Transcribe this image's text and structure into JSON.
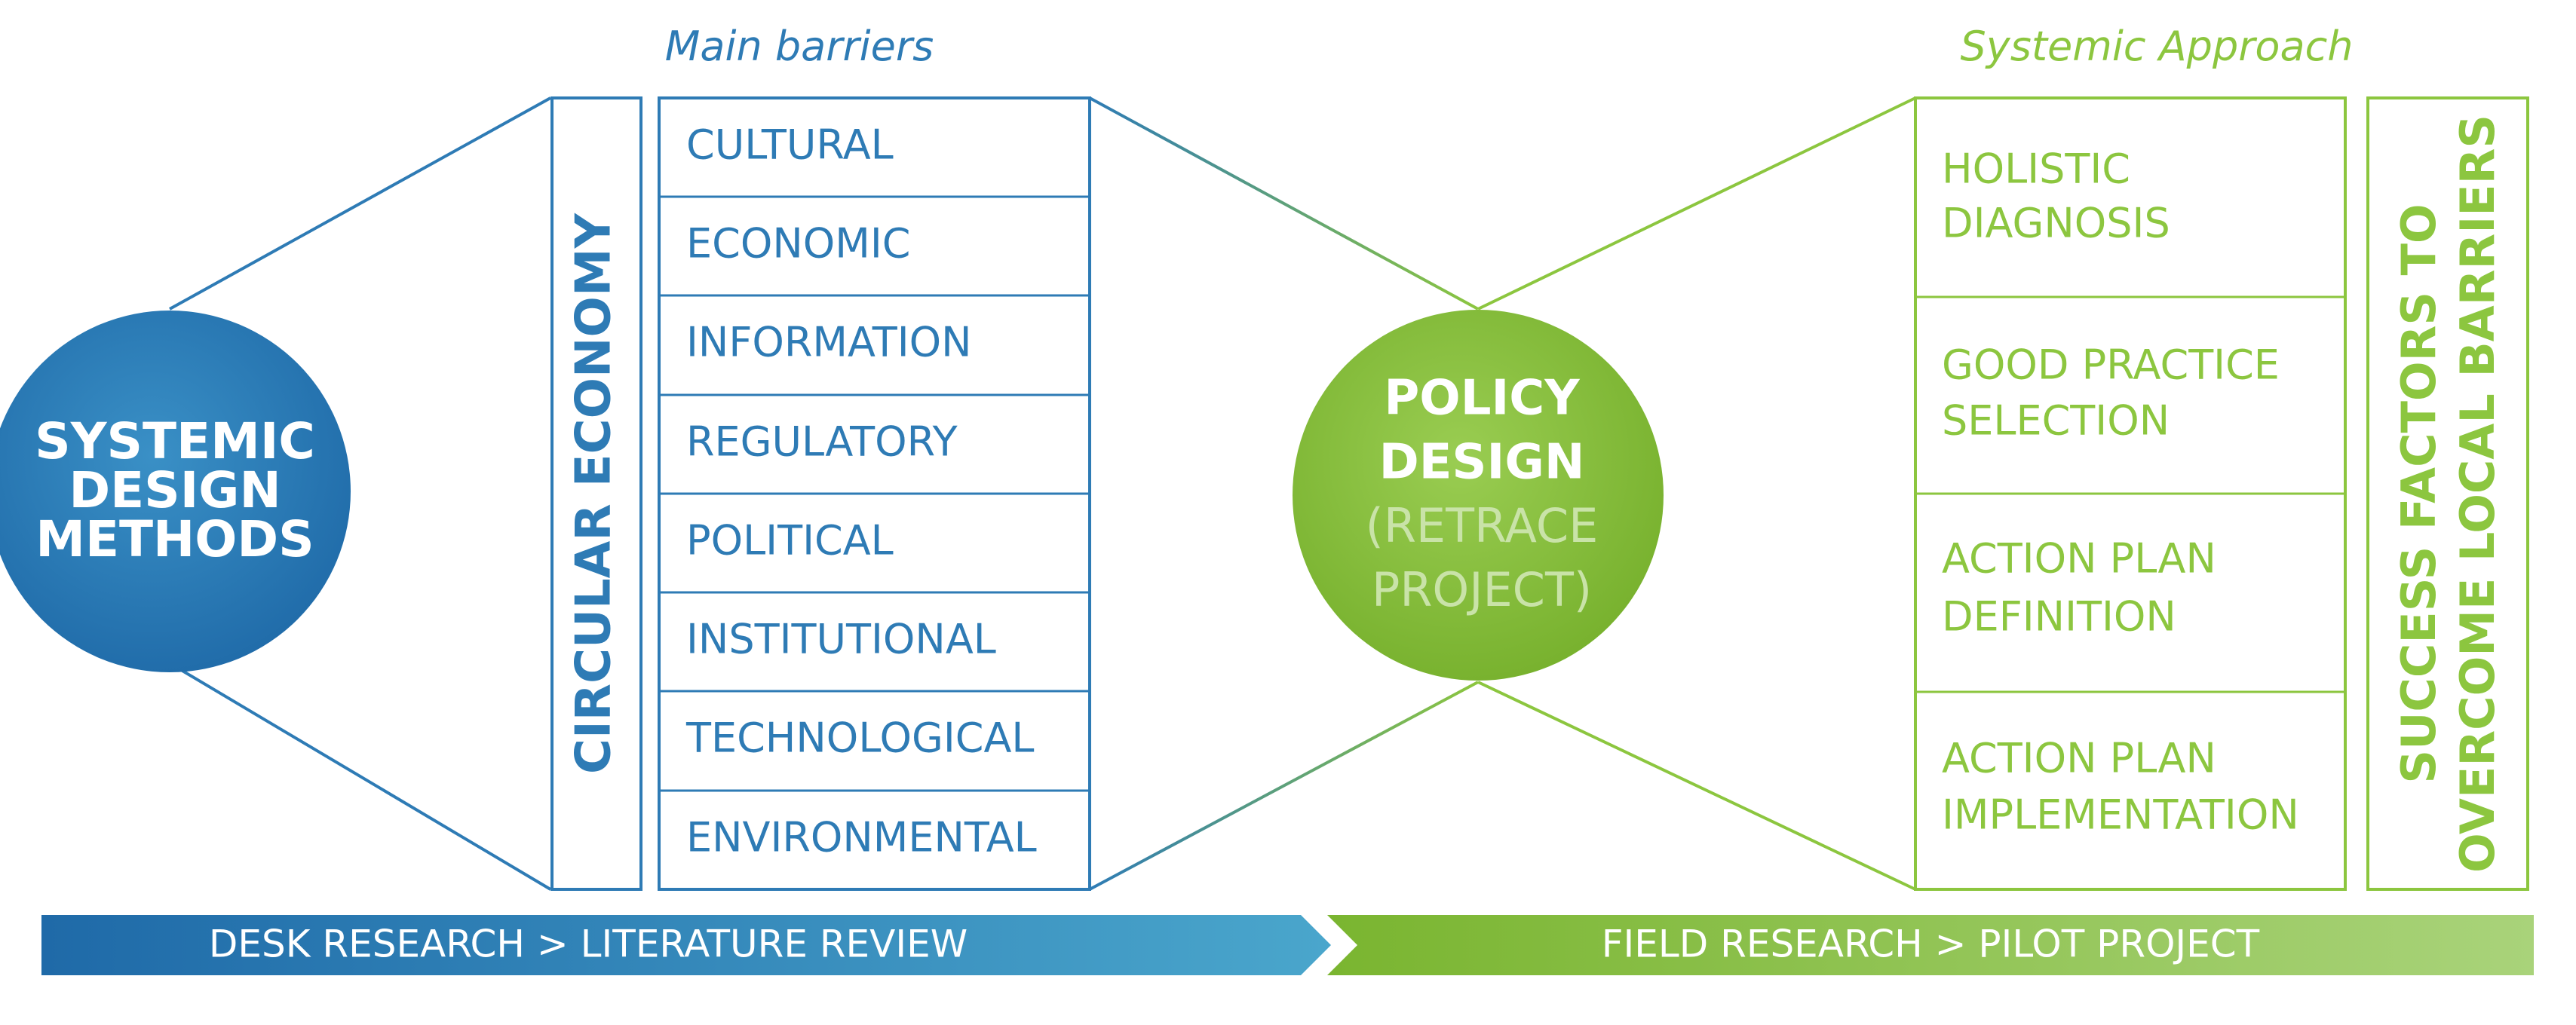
{
  "left_circle": {
    "lines": [
      "SYSTEMIC",
      "DESIGN",
      "METHODS"
    ]
  },
  "vertical_left": "CIRCULAR ECONOMY",
  "barriers": {
    "heading": "Main barriers",
    "items": [
      "CULTURAL",
      "ECONOMIC",
      "INFORMATION",
      "REGULATORY",
      "POLITICAL",
      "INSTITUTIONAL",
      "TECHNOLOGICAL",
      "ENVIRONMENTAL"
    ]
  },
  "center_circle": {
    "main": [
      "POLICY",
      "DESIGN"
    ],
    "sub": [
      "(RETRACE",
      "PROJECT)"
    ]
  },
  "approach": {
    "heading": "Systemic Approach",
    "items": [
      [
        "HOLISTIC",
        "DIAGNOSIS"
      ],
      [
        "GOOD PRACTICE",
        "SELECTION"
      ],
      [
        "ACTION PLAN",
        "DEFINITION"
      ],
      [
        "ACTION PLAN",
        "IMPLEMENTATION"
      ]
    ]
  },
  "vertical_right": [
    "SUCCESS FACTORS TO",
    "OVERCOME LOCAL BARRIERS"
  ],
  "bottom_left_bar": "DESK RESEARCH > LITERATURE REVIEW",
  "bottom_right_bar": "FIELD RESEARCH > PILOT PROJECT",
  "colors": {
    "blue": "#2e7bb5",
    "blue_dark": "#1f6aa8",
    "blue_light": "#4aa6cc",
    "green": "#8cc63f",
    "green_dark": "#7ab530",
    "green_light": "#a9d37a",
    "sub_text": "#c9e3a8"
  }
}
